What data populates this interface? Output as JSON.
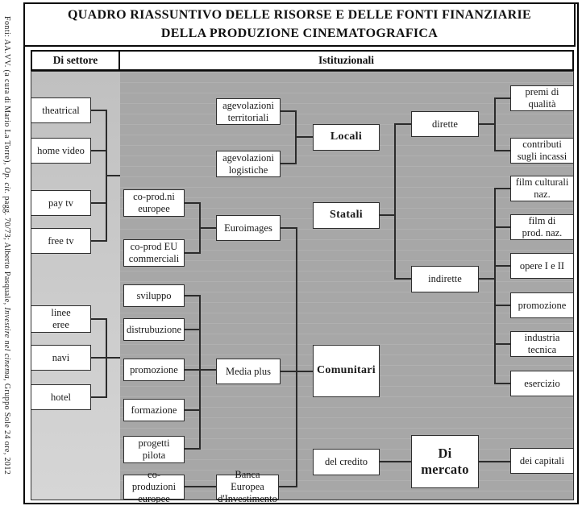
{
  "side_caption": {
    "part1": "Fonti: AA.VV. (a cura di Mario La Torre), ",
    "italic1": "Op. cit.",
    "part2": " pagg. 70/73; Alberto Pasquale, ",
    "italic2": "Investire nel cinema",
    "part3": ", Gruppo Sole 24 ore, 2012"
  },
  "title": {
    "line1": "QUADRO RIASSUNTIVO DELLE RISORSE E DELLE FONTI FINANZIARIE",
    "line2": "DELLA PRODUZIONE CINEMATOGRAFICA"
  },
  "headers": {
    "di_settore": "Di settore",
    "istituzionali": "Istituzionali"
  },
  "nodes": {
    "theatrical": "theatrical",
    "home_video": "home video",
    "pay_tv": "pay tv",
    "free_tv": "free tv",
    "linee_eree": "linee\neree",
    "navi": "navi",
    "hotel": "hotel",
    "coprodni_europee": "co-prod.ni\neuropee",
    "coprod_eu_commerciali": "co-prod EU\ncommerciali",
    "sviluppo": "sviluppo",
    "distrubuzione": "distrubuzione",
    "promozione_settore": "promozione",
    "formazione": "formazione",
    "progetti_pilota": "progetti\npilota",
    "coproduzioni_europee": "co-produzioni\neuropee",
    "agevolazioni_territoriali": "agevolazioni\nterritoriali",
    "agevolazioni_logistiche": "agevolazioni\nlogistiche",
    "euroimages": "Euroimages",
    "media_plus": "Media plus",
    "banca_europea": "Banca Europea\nd'Investimento",
    "locali": "Locali",
    "statali": "Statali",
    "comunitari": "Comunitari",
    "del_credito": "del credito",
    "dirette": "dirette",
    "indirette": "indirette",
    "di_mercato": "Di mercato",
    "premi_di_qualita": "premi di\nqualità",
    "contributi_sugli_incassi": "contributi\nsugli incassi",
    "film_culturali_naz": "film culturali\nnaz.",
    "film_di_prod_naz": "film di\nprod. naz.",
    "opere_i_e_ii": "opere I e II",
    "promozione_indirette": "promozione",
    "industria_tecnica": "industria\ntecnica",
    "esercizio": "esercizio",
    "dei_capitali": "dei capitali"
  },
  "colors": {
    "panel_dark": "#a7a7a7",
    "panel_light_top": "#c0c0c0",
    "panel_light_bottom": "#d6d6d6",
    "line": "#2b2b2b",
    "border": "#000000"
  }
}
